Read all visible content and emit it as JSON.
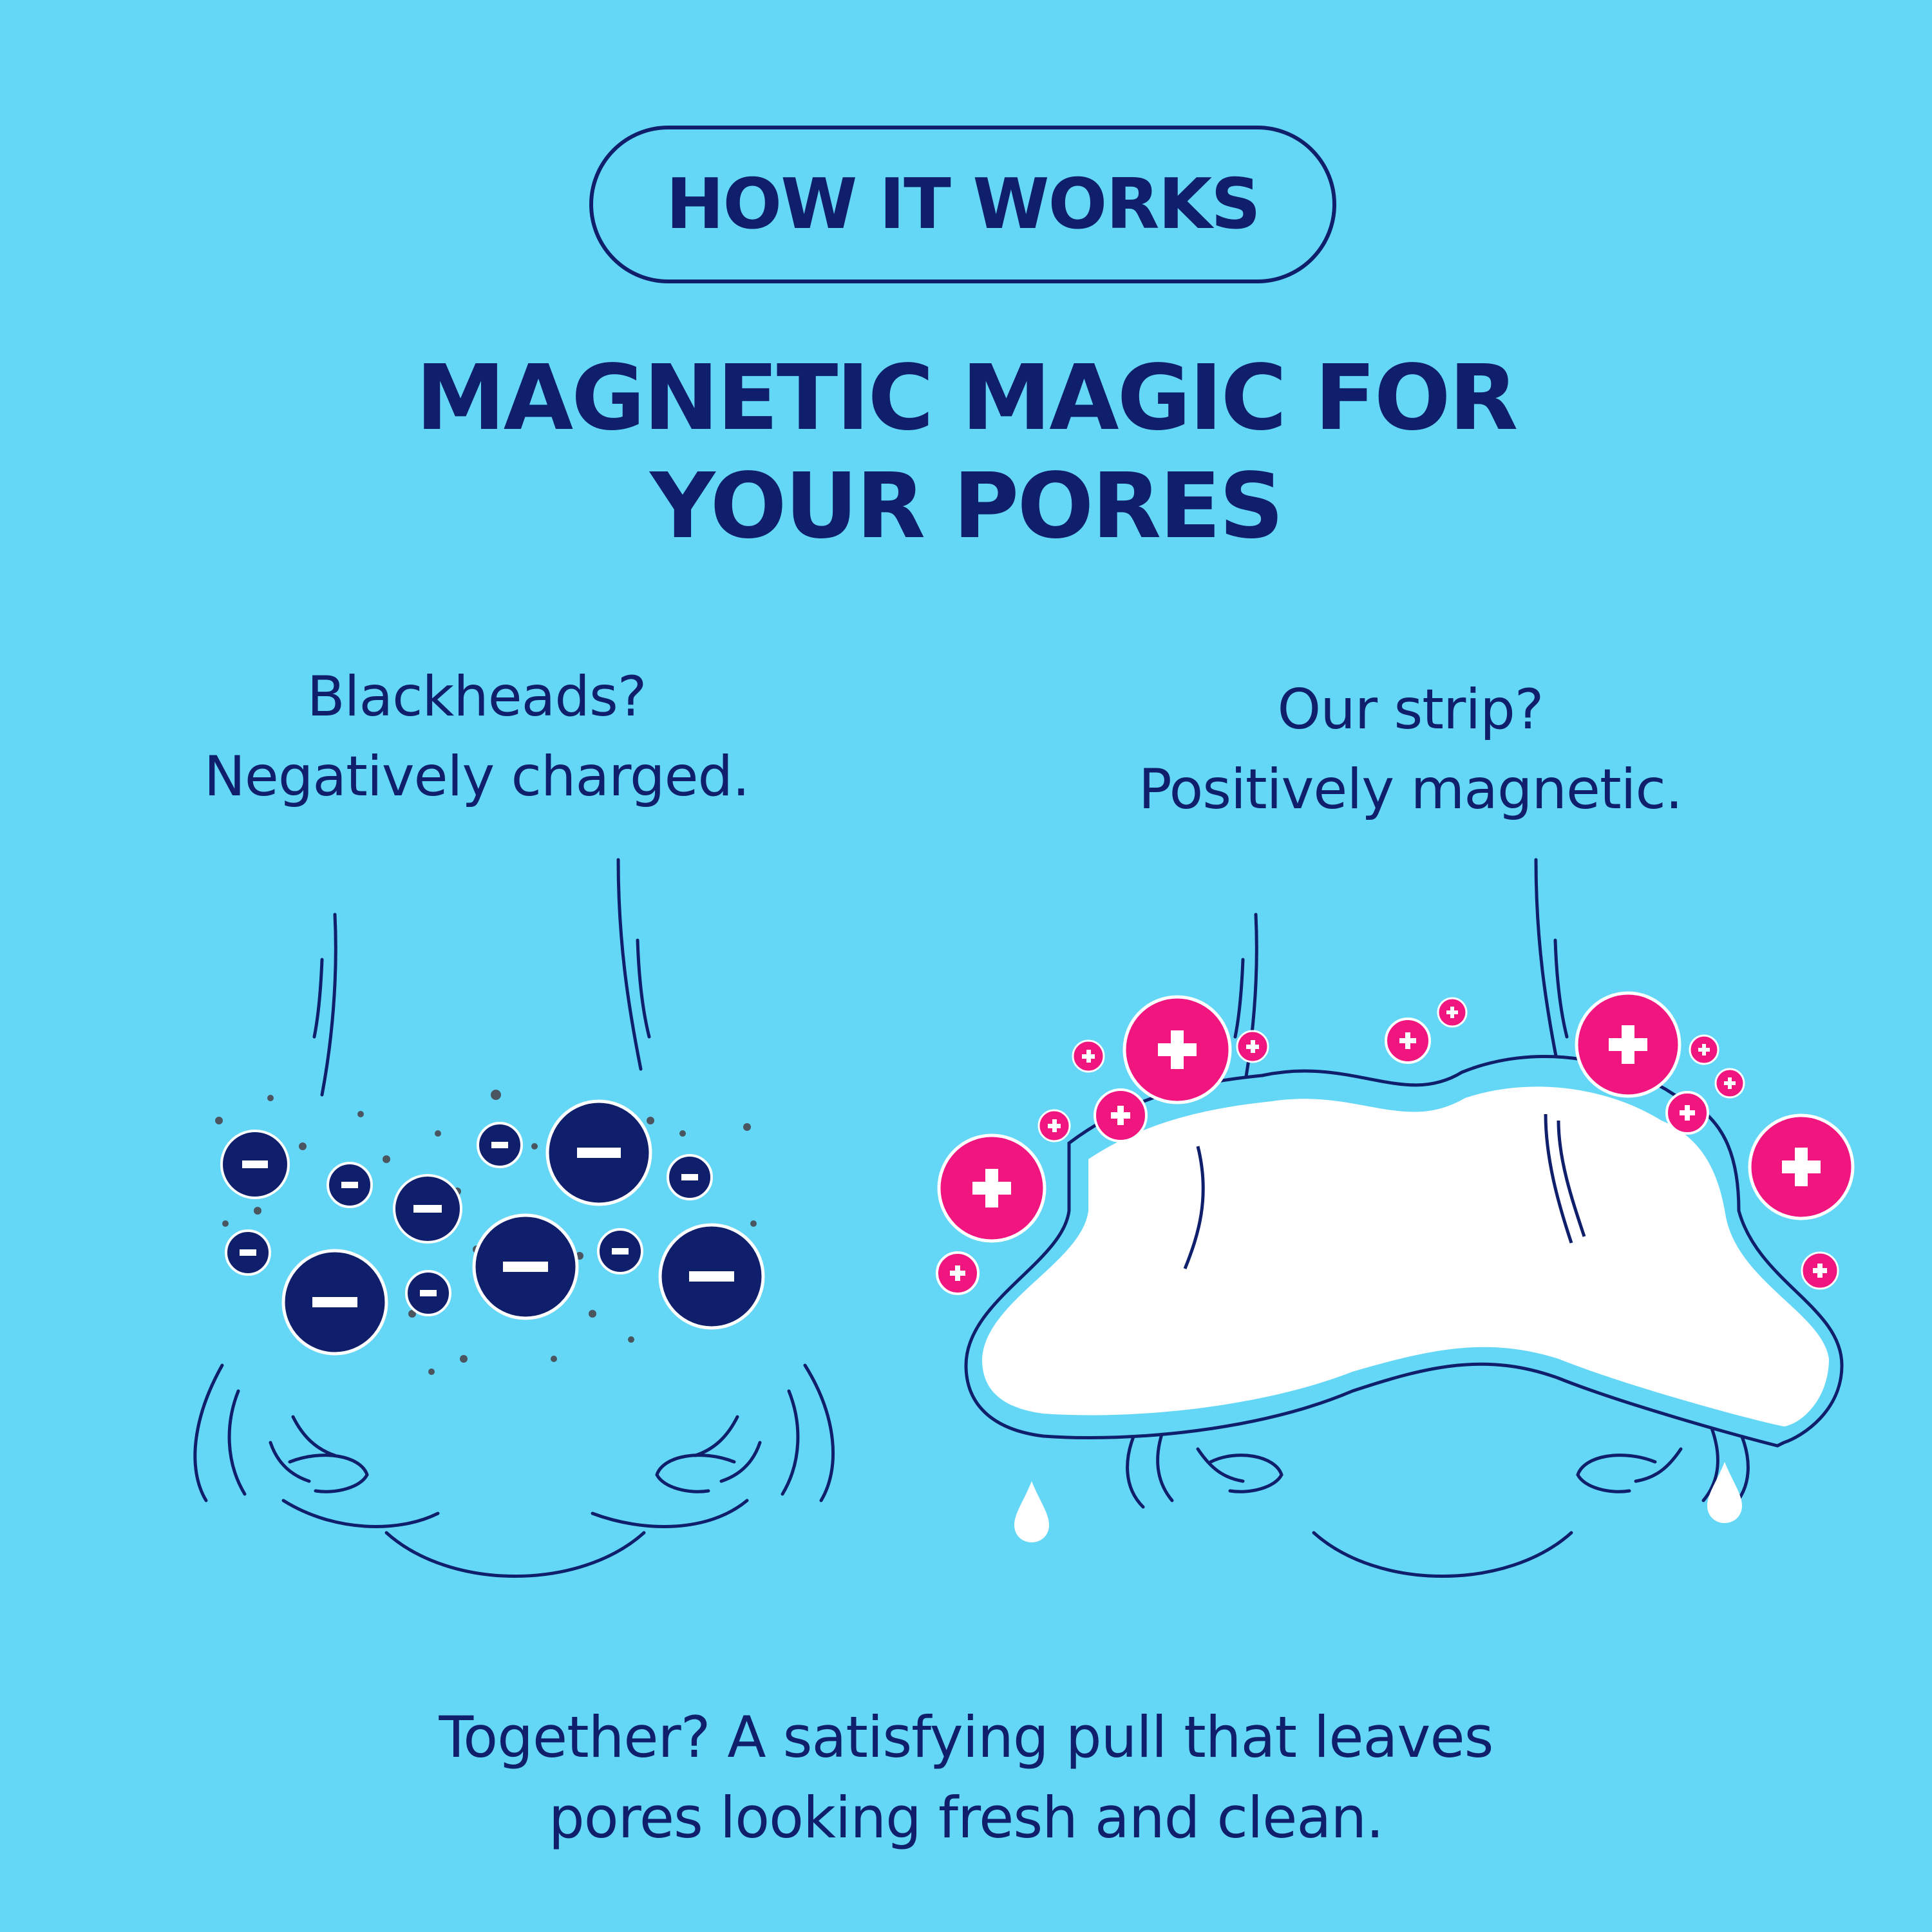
{
  "badge": {
    "label": "HOW IT WORKS"
  },
  "headline": {
    "line1": "MAGNETIC MAGIC FOR",
    "line2": "YOUR PORES"
  },
  "left_caption": {
    "line1": "Blackheads?",
    "line2": "Negatively charged."
  },
  "right_caption": {
    "line1": "Our strip?",
    "line2": "Positively magnetic."
  },
  "bottom_caption": {
    "line1": "Together? A satisfying pull that leaves",
    "line2": "pores looking fresh and clean."
  },
  "colors": {
    "background": "#65d7f6",
    "ink": "#0f1f6b",
    "negative_particle": "#0f1f6b",
    "positive_particle": "#f0157f",
    "strip": "#ffffff"
  },
  "icons": {
    "negative": "minus-icon",
    "positive": "plus-icon"
  }
}
